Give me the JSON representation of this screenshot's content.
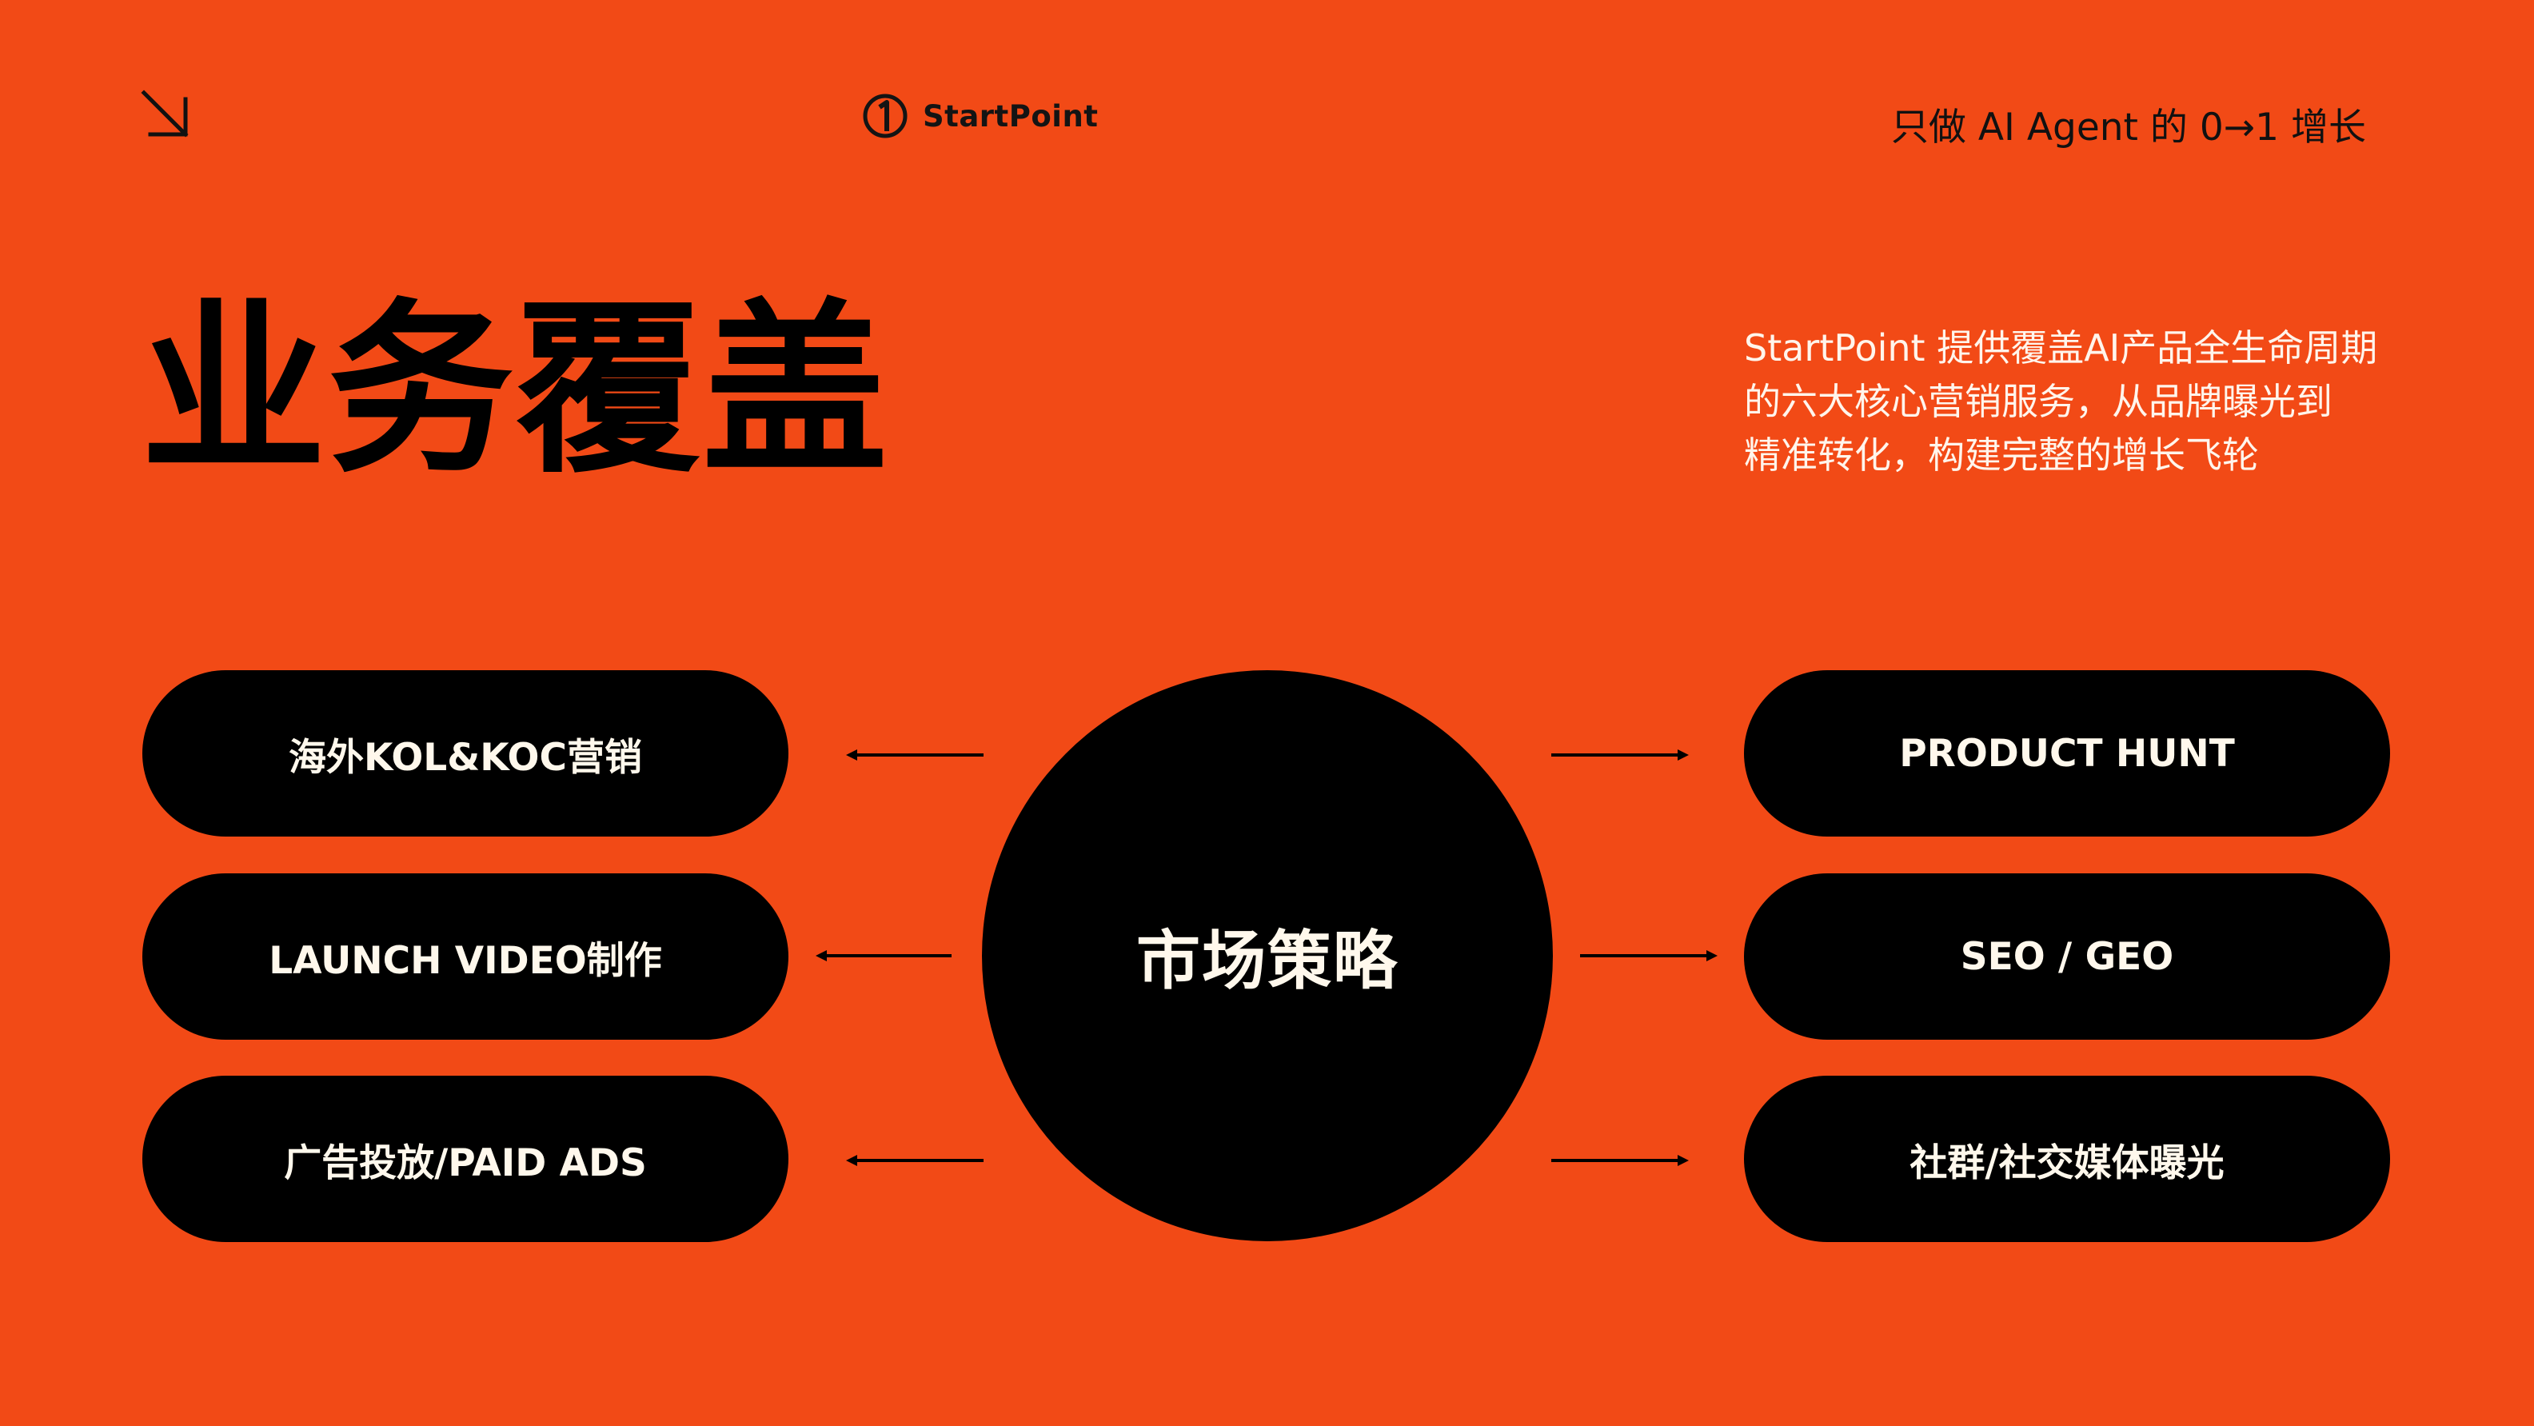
{
  "colors": {
    "background": "#F24A16",
    "pill": "#000000",
    "pill_text": "#FFF8EC",
    "description_text": "#FFF5EC"
  },
  "header": {
    "corner_icon": "arrow-down-right-icon",
    "logo_icon": "startpoint-logo-icon",
    "logo_text": "StartPoint",
    "tagline": "只做 AI Agent 的 0→1 增长"
  },
  "title": "业务覆盖",
  "description": "StartPoint 提供覆盖AI产品全生命周期\n的六大核心营销服务，从品牌曝光到\n精准转化，构建完整的增长飞轮",
  "center": {
    "label": "市场策略"
  },
  "left_services": [
    {
      "label": "海外KOL&KOC营销"
    },
    {
      "label": "LAUNCH VIDEO制作"
    },
    {
      "label": "广告投放/PAID ADS"
    }
  ],
  "right_services": [
    {
      "label": "PRODUCT HUNT"
    },
    {
      "label": "SEO / GEO"
    },
    {
      "label": "社群/社交媒体曝光"
    }
  ]
}
